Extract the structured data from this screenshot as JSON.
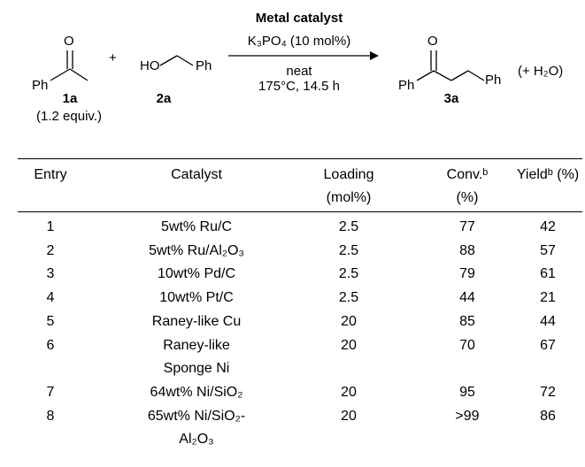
{
  "scheme": {
    "catalyst_label": "Metal catalyst",
    "base_label": "K₃PO₄ (10 mol%)",
    "solvent_label": "neat",
    "conditions_label": "175°C, 14.5 h",
    "plus": "+",
    "reactant1": {
      "ph": "Ph",
      "o": "O",
      "id": "1a",
      "equiv": "(1.2 equiv.)"
    },
    "reactant2": {
      "ho": "HO",
      "ph": "Ph",
      "id": "2a"
    },
    "product": {
      "o": "O",
      "ph1": "Ph",
      "ph2": "Ph",
      "id": "3a",
      "byproduct": "(+ H₂O)"
    }
  },
  "table": {
    "headers": {
      "entry": "Entry",
      "catalyst": "Catalyst",
      "loading_line1": "Loading",
      "loading_line2": "(mol%)",
      "conv_line1": "Conv.ᵇ",
      "conv_line2": "(%)",
      "yield": "Yieldᵇ (%)"
    },
    "rows": [
      {
        "entry": "1",
        "catalyst": [
          "5wt% Ru/C"
        ],
        "loading": "2.5",
        "conv": "77",
        "yield": "42"
      },
      {
        "entry": "2",
        "catalyst": [
          "5wt% Ru/Al₂O₃"
        ],
        "loading": "2.5",
        "conv": "88",
        "yield": "57"
      },
      {
        "entry": "3",
        "catalyst": [
          "10wt% Pd/C"
        ],
        "loading": "2.5",
        "conv": "79",
        "yield": "61"
      },
      {
        "entry": "4",
        "catalyst": [
          "10wt% Pt/C"
        ],
        "loading": "2.5",
        "conv": "44",
        "yield": "21"
      },
      {
        "entry": "5",
        "catalyst": [
          "Raney-like Cu"
        ],
        "loading": "20",
        "conv": "85",
        "yield": "44"
      },
      {
        "entry": "6",
        "catalyst": [
          "Raney-like",
          "Sponge Ni"
        ],
        "loading": "20",
        "conv": "70",
        "yield": "67"
      },
      {
        "entry": "7",
        "catalyst": [
          "64wt% Ni/SiO₂"
        ],
        "loading": "20",
        "conv": "95",
        "yield": "72"
      },
      {
        "entry": "8",
        "catalyst": [
          "65wt% Ni/SiO₂-",
          "Al₂O₃"
        ],
        "loading": "20",
        "conv": ">99",
        "yield": "86"
      }
    ]
  }
}
